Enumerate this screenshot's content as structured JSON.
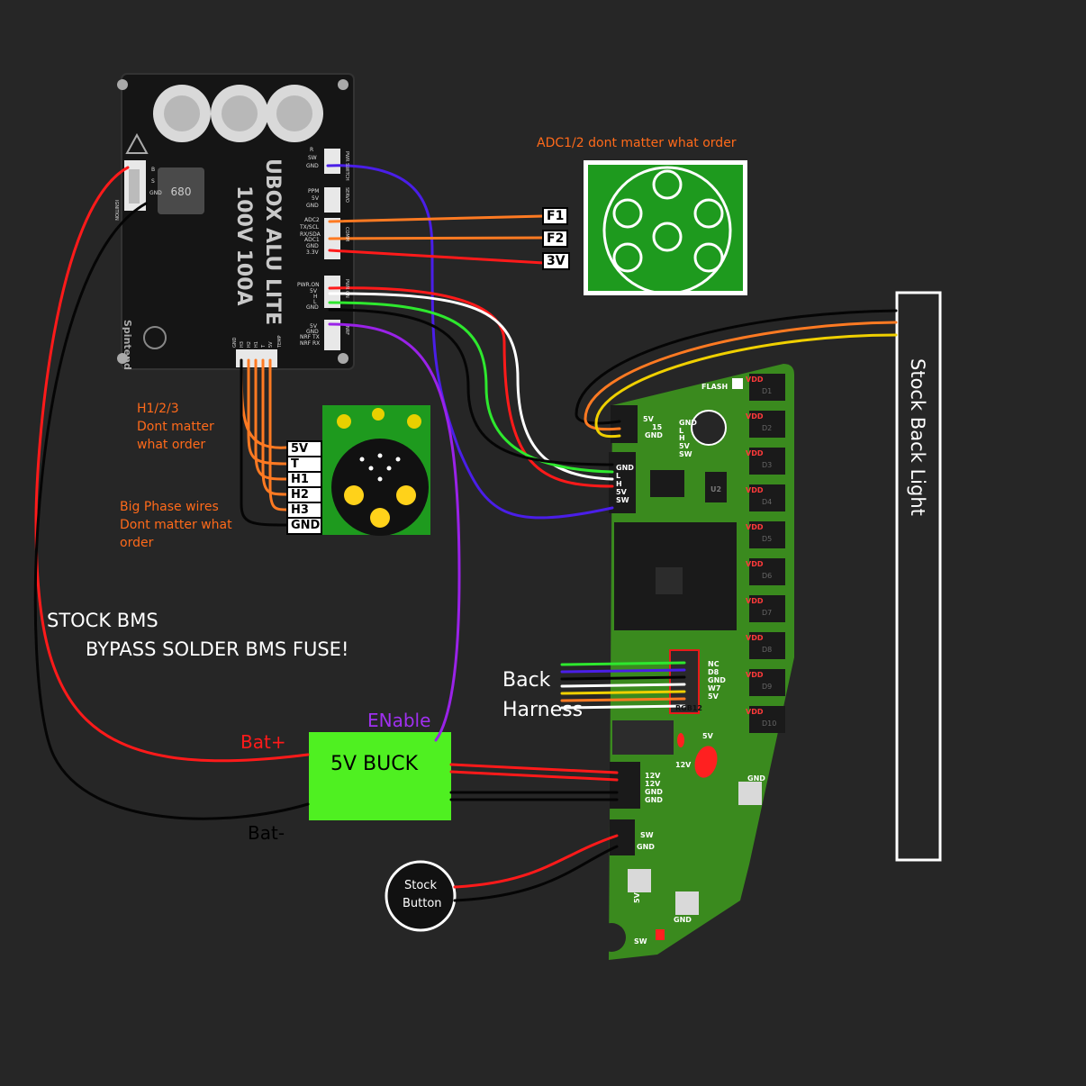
{
  "controller": {
    "name_line1": "UBOX ALU LITE",
    "name_line2": "100V 100A",
    "brand": "Spintend",
    "chip": "680",
    "ports": {
      "ignition": "IGNITION",
      "pwr_switch": "PWR SWITCH",
      "servo": "SERVO",
      "comm": "COMM",
      "pwr_on": "PWR ON",
      "nrf": "NRF",
      "temp": "TEMP"
    },
    "pins": {
      "switch": [
        "R",
        "SW",
        "GND"
      ],
      "servo": [
        "PPM",
        "5V",
        "GND"
      ],
      "comm": [
        "ADC2",
        "TX/SCL",
        "RX/SDA",
        "ADC1",
        "GND",
        "3.3V"
      ],
      "pwr": [
        "PWR.ON",
        "5V",
        "H",
        "L",
        "GND"
      ],
      "nrf": [
        "5V",
        "GND",
        "NRF TX",
        "NRF RX"
      ],
      "hall": [
        "GND",
        "H3",
        "H2",
        "H1",
        "T",
        "5V"
      ],
      "ign": [
        "B",
        "S",
        "GND"
      ]
    }
  },
  "adc_connector": {
    "caption": "ADC1/2 dont matter what order",
    "pins": [
      "F1",
      "F2",
      "3V"
    ]
  },
  "hall_connector": {
    "pins": [
      "5V",
      "T",
      "H1",
      "H2",
      "H3",
      "GND"
    ]
  },
  "notes": {
    "hall": [
      "H1/2/3",
      "Dont matter",
      "what order"
    ],
    "phase": [
      "Big Phase wires",
      "Dont matter what",
      "order"
    ],
    "bms_line1": "STOCK BMS",
    "bms_line2": "BYPASS SOLDER BMS FUSE!"
  },
  "buck": {
    "label": "5V BUCK",
    "enable": "ENable",
    "bat_plus": "Bat+",
    "bat_minus": "Bat-"
  },
  "back_harness": [
    "Back",
    "Harness"
  ],
  "stock_button": [
    "Stock",
    "Button"
  ],
  "back_light": "Stock Back Light",
  "pcb": {
    "flash": "FLASH",
    "top_conn": [
      "5V",
      "15",
      "GND"
    ],
    "right_pins": [
      "GND",
      "L",
      "H",
      "5V",
      "SW"
    ],
    "left_conn": [
      "GND",
      "L",
      "H",
      "5V",
      "SW"
    ],
    "u2": "U2",
    "vdd": [
      "VDD",
      "VDD",
      "VDD",
      "VDD",
      "VDD",
      "VDD",
      "VDD",
      "VDD",
      "VDD",
      "VDD"
    ],
    "leds": [
      "D1",
      "D2",
      "D3",
      "D4",
      "D5",
      "D6",
      "D7",
      "D8",
      "D9",
      "D10"
    ],
    "rgb_pins": [
      "NC",
      "D8",
      "GND",
      "W7",
      "5V"
    ],
    "rgb_label": "RGB12",
    "power_conn": [
      "12V",
      "12V",
      "GND",
      "GND"
    ],
    "sw_conn": [
      "SW",
      "GND"
    ],
    "pad_labels": [
      "5V",
      "12V",
      "GND",
      "5V",
      "GND",
      "SW"
    ]
  },
  "colors": {
    "background": "#262626",
    "pcb_green": "#3a8a1e",
    "buck_green": "#4ff021",
    "connector_green": "#1e9a1e",
    "wire_red": "#ff1a1a",
    "wire_black": "#050505",
    "wire_orange": "#ff7a22",
    "wire_blue": "#4a1ee8",
    "wire_purple": "#9a22e8",
    "wire_green": "#2ee82e",
    "wire_yellow": "#f0d000",
    "label_orange": "#ff6a1a",
    "enable_purple": "#a030f0"
  }
}
